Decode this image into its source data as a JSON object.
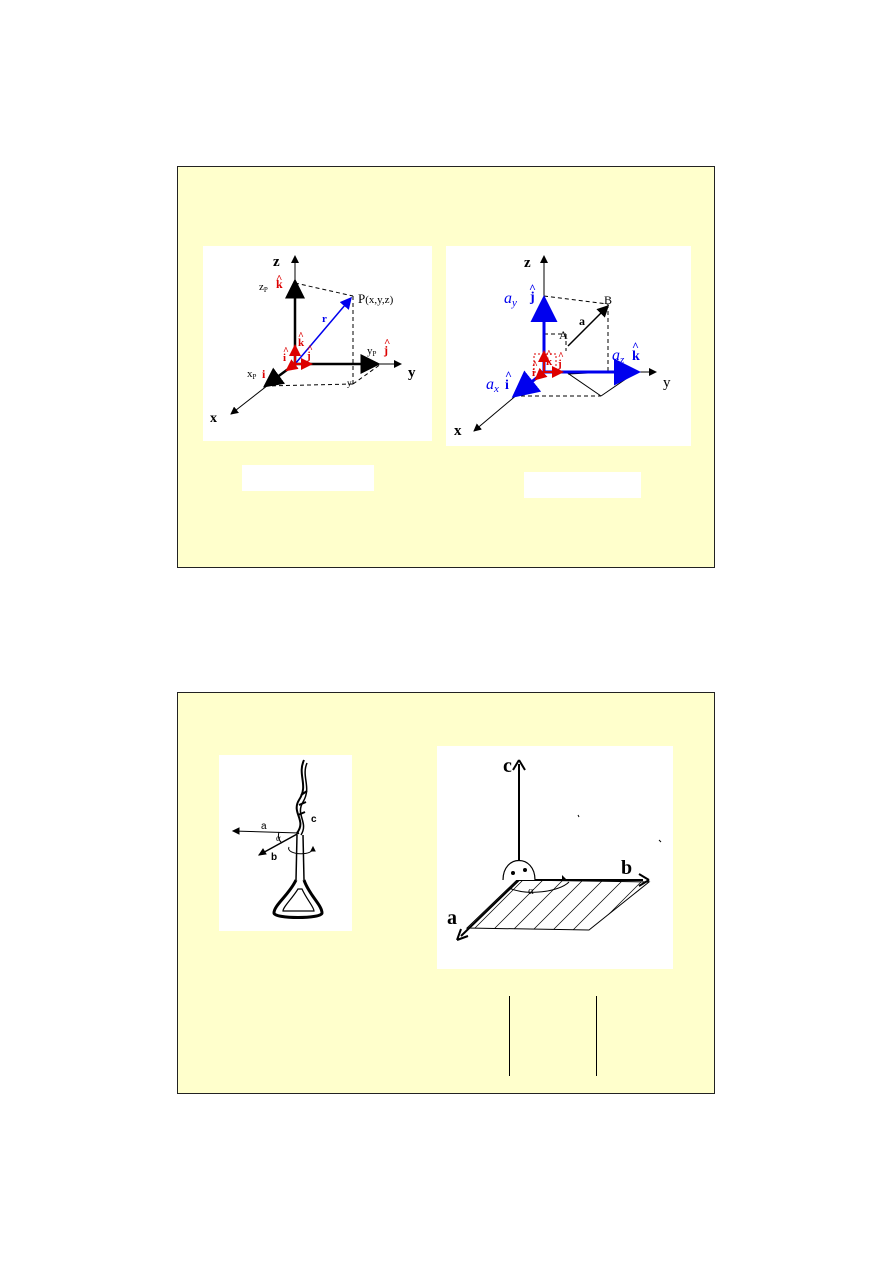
{
  "slide1": {
    "fig_left": {
      "axis_z": "z",
      "axis_y": "y",
      "axis_x": "x",
      "zp_label": "z",
      "zp_sub": "P",
      "yp_label": "y",
      "yp_sub": "P",
      "xp_label": "x",
      "xp_sub": "P",
      "unit_k": "k",
      "unit_i": "i",
      "unit_j": "j",
      "hat": "^",
      "point_label": "P",
      "point_coords": "(x,y,z)",
      "vec_r": "r"
    },
    "fig_right": {
      "axis_z": "z",
      "axis_y": "y",
      "axis_x": "x",
      "ay": "a",
      "ay_sub": "y",
      "ax": "a",
      "ax_sub": "x",
      "az": "a",
      "az_sub": "z",
      "unit_i": "i",
      "unit_j": "j",
      "unit_k": "k",
      "hat": "^",
      "point_a": "A",
      "point_b": "B",
      "vec_a": "a"
    }
  },
  "slide2": {
    "fig_left": {
      "label_a": "a",
      "label_b": "b",
      "label_c": "c",
      "label_alpha": "α"
    },
    "fig_right": {
      "label_a": "a",
      "label_b": "b",
      "label_c": "c",
      "label_alpha": "α"
    }
  },
  "colors": {
    "slide_bg": "#ffffcc",
    "blue": "#0000ee",
    "red": "#dd0000"
  }
}
